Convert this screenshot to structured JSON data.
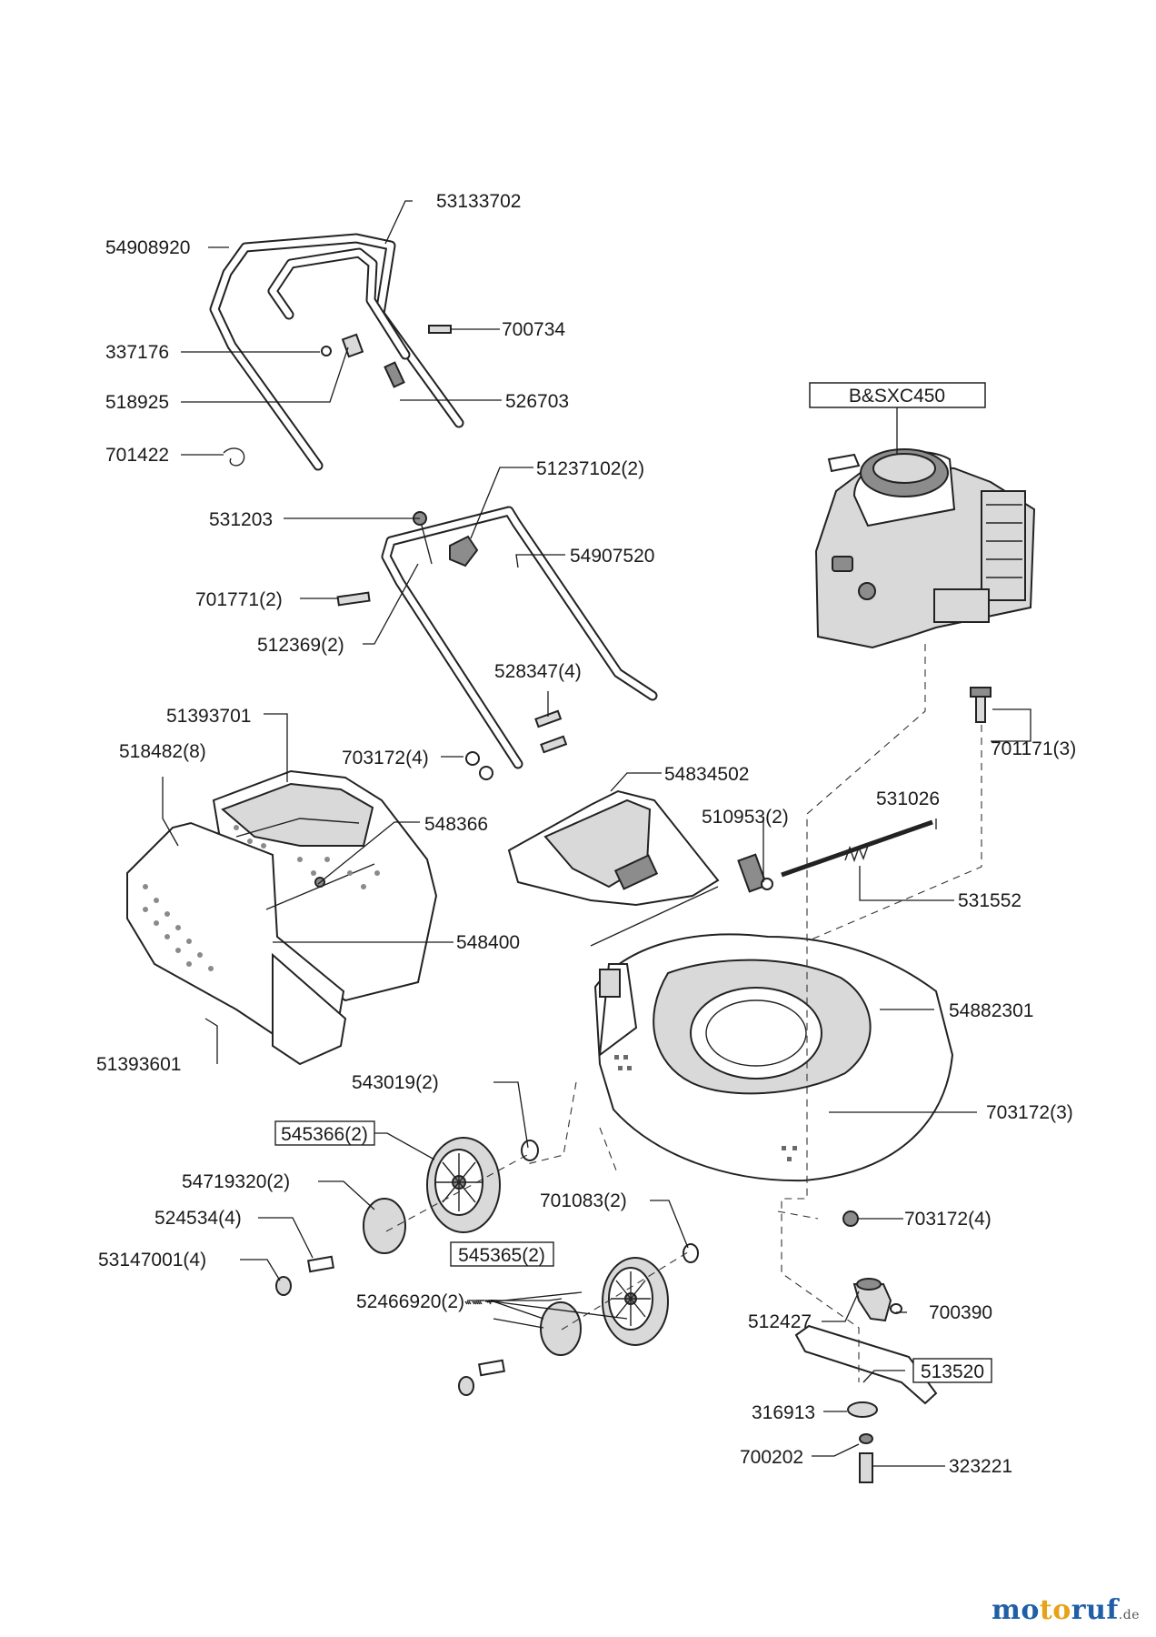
{
  "labels": {
    "p54908920": "54908920",
    "p53133702": "53133702",
    "p337176": "337176",
    "p700734": "700734",
    "p518925": "518925",
    "p526703": "526703",
    "p701422": "701422",
    "p51237102": "51237102(2)",
    "p531203": "531203",
    "p54907520": "54907520",
    "p701771": "701771(2)",
    "p512369": "512369(2)",
    "p528347": "528347(4)",
    "p51393701": "51393701",
    "p518482": "518482(8)",
    "p703172_4a": "703172(4)",
    "p54834502": "54834502",
    "p548366": "548366",
    "p510953": "510953(2)",
    "p531026": "531026",
    "p531552": "531552",
    "p548400": "548400",
    "p54882301": "54882301",
    "p51393601": "51393601",
    "p543019": "543019(2)",
    "p703172_3": "703172(3)",
    "p54719320": "54719320(2)",
    "p524534": "524534(4)",
    "p53147001": "53147001(4)",
    "p701083": "701083(2)",
    "p703172_4b": "703172(4)",
    "p52466920": "52466920(2)",
    "p700390": "700390",
    "p512427": "512427",
    "p316913": "316913",
    "p700202": "700202",
    "p323221": "323221",
    "p701171": "701171(3)"
  },
  "boxed": {
    "engine": "B&SXC450",
    "p545366": "545366(2)",
    "p545365": "545365(2)",
    "p513520": "513520"
  },
  "watermark": {
    "brand_mo": "mo",
    "brand_to": "to",
    "brand_ruf": "ruf",
    "tld": ".de"
  },
  "colors": {
    "watermark_m": "#1f5fa8",
    "watermark_o1": "#d42a1c",
    "watermark_t": "#e8a21a",
    "watermark_o2": "#3b9b3a",
    "watermark_ruf": "#1f5fa8"
  }
}
